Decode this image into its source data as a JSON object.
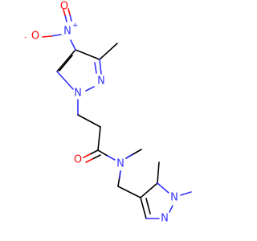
{
  "colors": {
    "nitrogen": "#3333ff",
    "oxygen": "#ff0d0d",
    "carbon": "#000000",
    "background": "#ffffff"
  },
  "atoms": {
    "nitro_o_minus": {
      "symbol": "O",
      "charge": "-"
    },
    "nitro_n_plus": {
      "symbol": "N",
      "charge": "+"
    },
    "nitro_o_double": {
      "symbol": "O"
    },
    "pyrazole1_n2": {
      "symbol": "N"
    },
    "pyrazole1_n1": {
      "symbol": "N"
    },
    "amide_o": {
      "symbol": "O"
    },
    "amide_n": {
      "symbol": "N"
    },
    "pyrazole2_n1": {
      "symbol": "N"
    },
    "pyrazole2_n2": {
      "symbol": "N"
    }
  }
}
